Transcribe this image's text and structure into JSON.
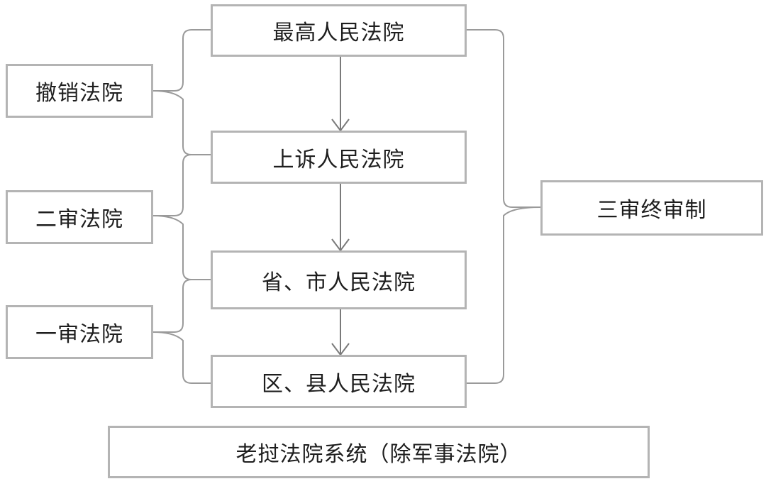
{
  "courts": {
    "supreme": "最高人民法院",
    "appeal": "上诉人民法院",
    "provincial": "省、市人民法院",
    "district": "区、县人民法院"
  },
  "left_labels": {
    "cassation": "撤销法院",
    "second_instance": "二审法院",
    "first_instance": "一审法院"
  },
  "right_label": "三审终审制",
  "footer": "老挝法院系统（除军事法院）"
}
